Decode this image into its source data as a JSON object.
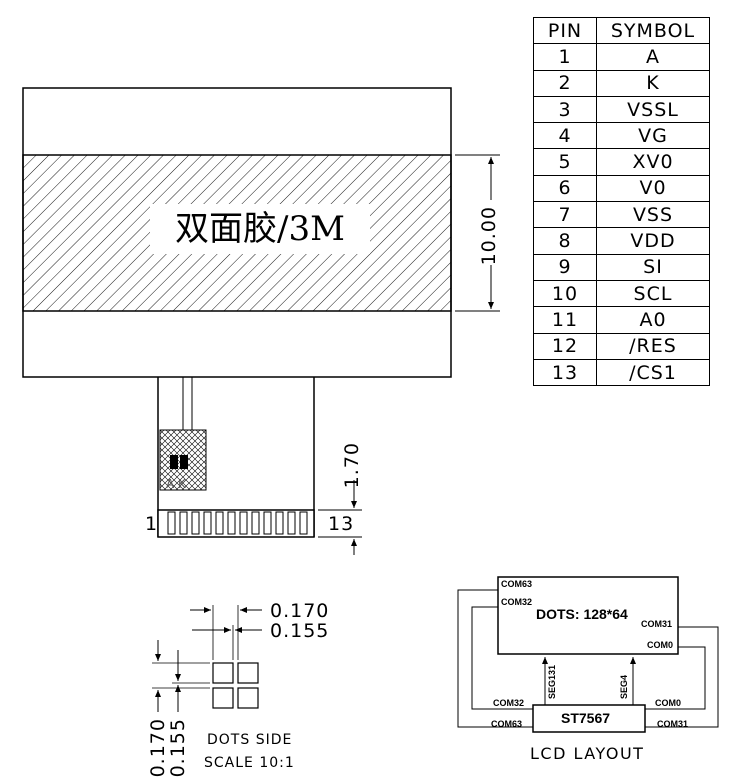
{
  "drawing": {
    "tape_label": "双面胶/3M",
    "dim_tape_height": "10.00",
    "dim_fpc_offset": "1.70",
    "pin_start": "1",
    "pin_end": "13",
    "fpc_marking": "A K"
  },
  "pin_table": {
    "headers": [
      "PIN",
      "SYMBOL"
    ],
    "rows": [
      {
        "pin": "1",
        "symbol": "A"
      },
      {
        "pin": "2",
        "symbol": "K"
      },
      {
        "pin": "3",
        "symbol": "VSSL"
      },
      {
        "pin": "4",
        "symbol": "VG"
      },
      {
        "pin": "5",
        "symbol": "XV0"
      },
      {
        "pin": "6",
        "symbol": "V0"
      },
      {
        "pin": "7",
        "symbol": "VSS"
      },
      {
        "pin": "8",
        "symbol": "VDD"
      },
      {
        "pin": "9",
        "symbol": "SI"
      },
      {
        "pin": "10",
        "symbol": "SCL"
      },
      {
        "pin": "11",
        "symbol": "A0"
      },
      {
        "pin": "12",
        "symbol": "/RES"
      },
      {
        "pin": "13",
        "symbol": "/CS1"
      }
    ]
  },
  "dots": {
    "pitch_h": "0.170",
    "size_h": "0.155",
    "pitch_v": "0.170",
    "size_v": "0.155",
    "caption_line1": "DOTS SIDE",
    "caption_line2": "SCALE 10:1"
  },
  "layout": {
    "panel_text": "DOTS: 128*64",
    "controller": "ST7567",
    "com63_top": "COM63",
    "com32_top": "COM32",
    "com31_top": "COM31",
    "com0_top": "COM0",
    "seg131": "SEG131",
    "seg4": "SEG4",
    "com32_bottom": "COM32",
    "com0_bottom": "COM0",
    "com63_bottom": "COM63",
    "com31_bottom": "COM31",
    "caption": "LCD LAYOUT"
  }
}
